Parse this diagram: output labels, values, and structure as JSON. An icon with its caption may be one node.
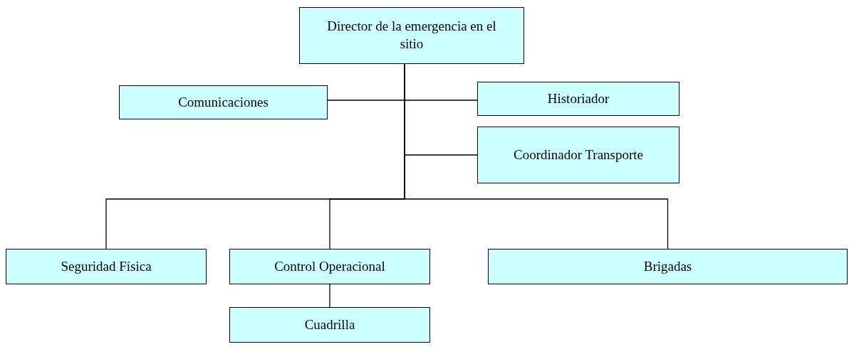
{
  "diagram": {
    "nodes": [
      {
        "text": [
          "Director de la emergencia en el sitio"
        ]
      },
      {
        "text": [
          "Comunicaciones"
        ]
      },
      {
        "text": [
          "Historiador"
        ]
      },
      {
        "text": [
          "Coordinador Transporte"
        ]
      },
      {
        "text": [
          "Seguridad Física"
        ]
      },
      {
        "text": [
          "Control Operacional"
        ]
      },
      {
        "text": [
          "Brigadas"
        ]
      },
      {
        "text": [
          "Cuadrilla"
        ]
      }
    ],
    "edges": [
      {
        "from": 0,
        "to": 1,
        "arrow": "none"
      },
      {
        "from": 0,
        "to": 2,
        "arrow": "none"
      },
      {
        "from": 0,
        "to": 3,
        "arrow": "none"
      },
      {
        "from": 0,
        "to": 4,
        "arrow": "none"
      },
      {
        "from": 0,
        "to": 5,
        "arrow": "none"
      },
      {
        "from": 0,
        "to": 6,
        "arrow": "none"
      },
      {
        "from": 5,
        "to": 7,
        "arrow": "none"
      }
    ]
  }
}
